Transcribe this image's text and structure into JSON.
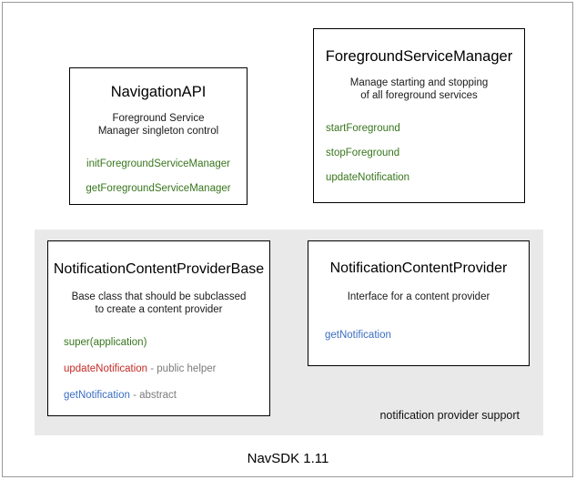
{
  "diagram": {
    "footer_title": "NavSDK 1.11",
    "group": {
      "label": "notification provider support",
      "background_color": "#e9e9e9"
    },
    "colors": {
      "green": "#38761d",
      "red": "#c32b26",
      "blue": "#3b6ec2",
      "gray_suffix": "#7b7b7b",
      "panel_gray": "#e9e9e9",
      "box_border": "#000000",
      "frame_border": "#9a9a9a"
    },
    "boxes": [
      {
        "id": "navigation-api",
        "title": "NavigationAPI",
        "description_lines": [
          "Foreground Service",
          "Manager singleton control"
        ],
        "members": [
          {
            "name": "initForegroundServiceManager",
            "suffix": "",
            "color": "green"
          },
          {
            "name": "getForegroundServiceManager",
            "suffix": "",
            "color": "green"
          }
        ]
      },
      {
        "id": "foreground-service-manager",
        "title": "ForegroundServiceManager",
        "description_lines": [
          "Manage starting and stopping",
          "of all foreground services"
        ],
        "members": [
          {
            "name": "startForeground",
            "suffix": "",
            "color": "green"
          },
          {
            "name": "stopForeground",
            "suffix": "",
            "color": "green"
          },
          {
            "name": "updateNotification",
            "suffix": "",
            "color": "green"
          }
        ]
      },
      {
        "id": "notification-content-provider-base",
        "title": "NotificationContentProviderBase",
        "description_lines": [
          "Base class that should be subclassed",
          "to create a content provider"
        ],
        "members": [
          {
            "name": "super(application)",
            "suffix": "",
            "color": "green"
          },
          {
            "name": "updateNotification",
            "suffix": " - public helper",
            "color": "red"
          },
          {
            "name": "getNotification",
            "suffix": " - abstract",
            "color": "blue"
          }
        ]
      },
      {
        "id": "notification-content-provider",
        "title": "NotificationContentProvider",
        "description_lines": [
          "Interface for a content provider"
        ],
        "members": [
          {
            "name": "getNotification",
            "suffix": "",
            "color": "blue"
          }
        ]
      }
    ]
  }
}
